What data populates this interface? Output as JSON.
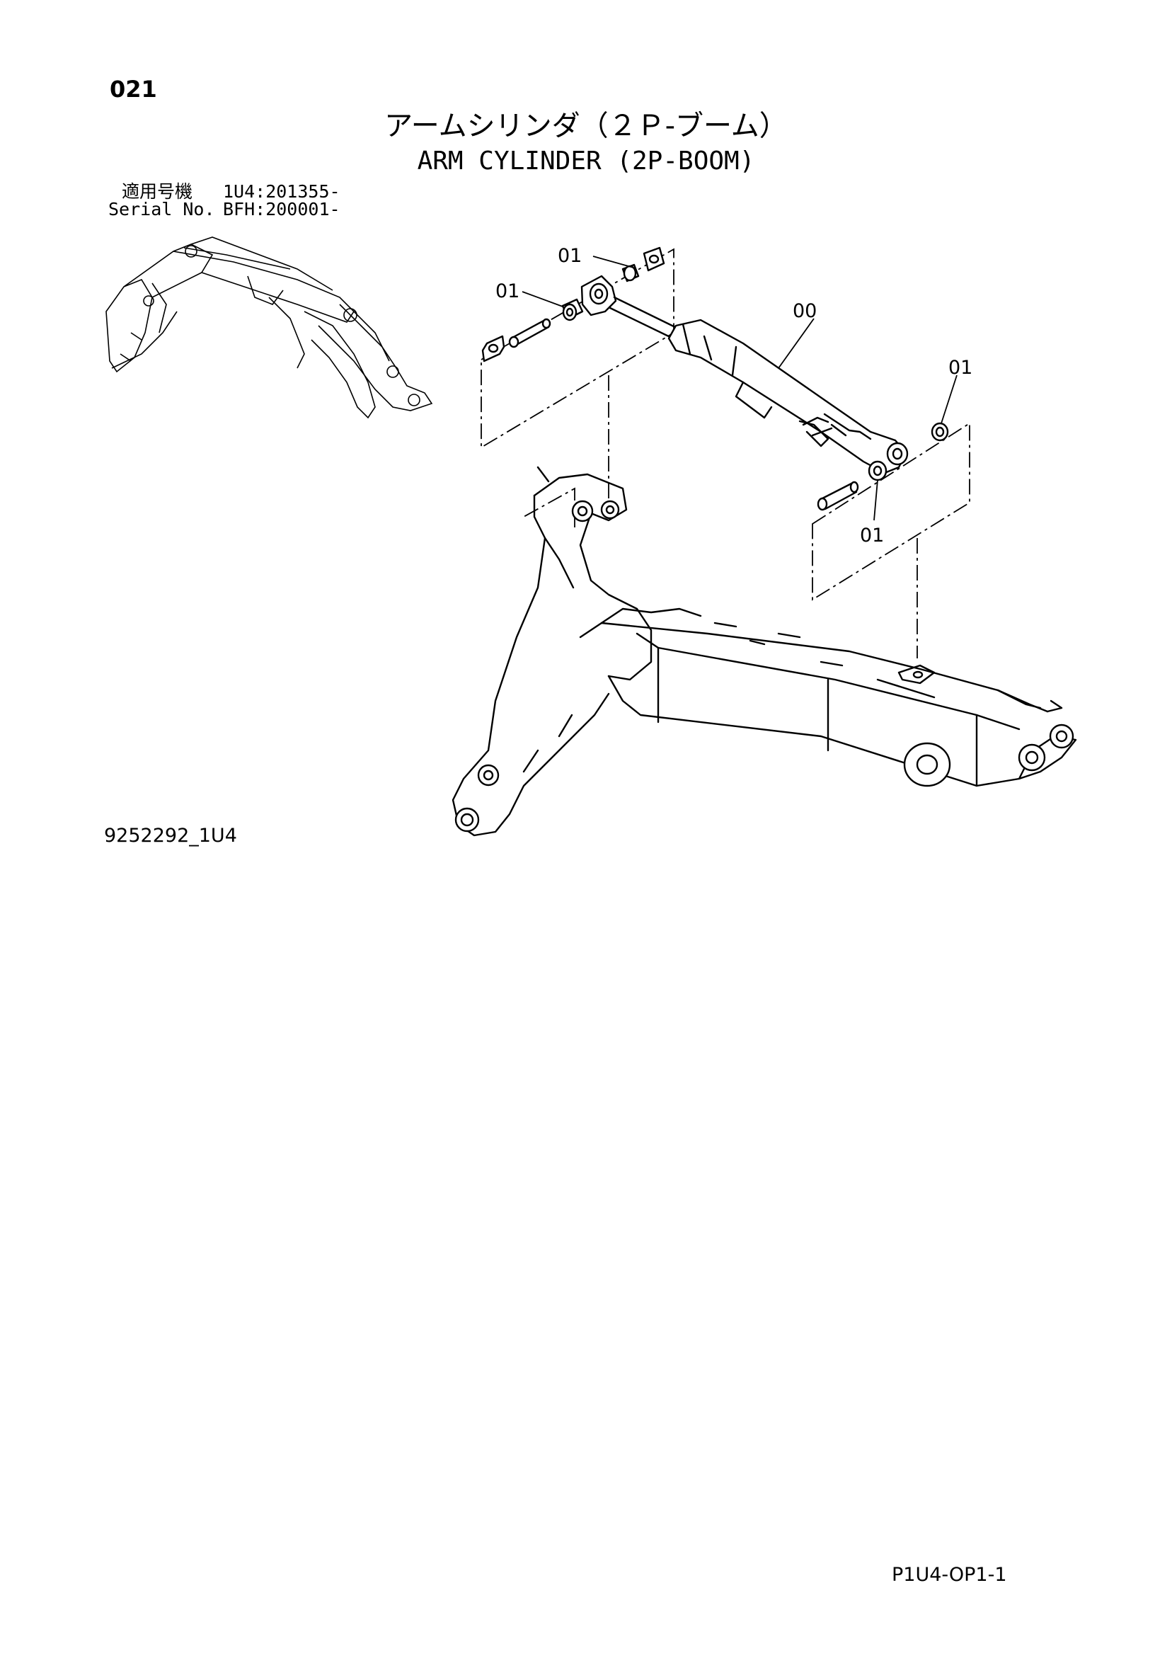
{
  "page": {
    "number": "021",
    "title_jp": "アームシリンダ（２Ｐ-ブーム）",
    "title_en": "ARM CYLINDER (2P-BOOM)",
    "serial": {
      "label_jp": "適用号機",
      "label_en": "Serial No.",
      "values": [
        "1U4:201355-",
        "BFH:200001-"
      ]
    },
    "drawing_id": "9252292_1U4",
    "page_code": "P1U4-OP1-1"
  },
  "callouts": {
    "c1": "01",
    "c2": "01",
    "c3": "00",
    "c4": "01",
    "c5": "01"
  }
}
